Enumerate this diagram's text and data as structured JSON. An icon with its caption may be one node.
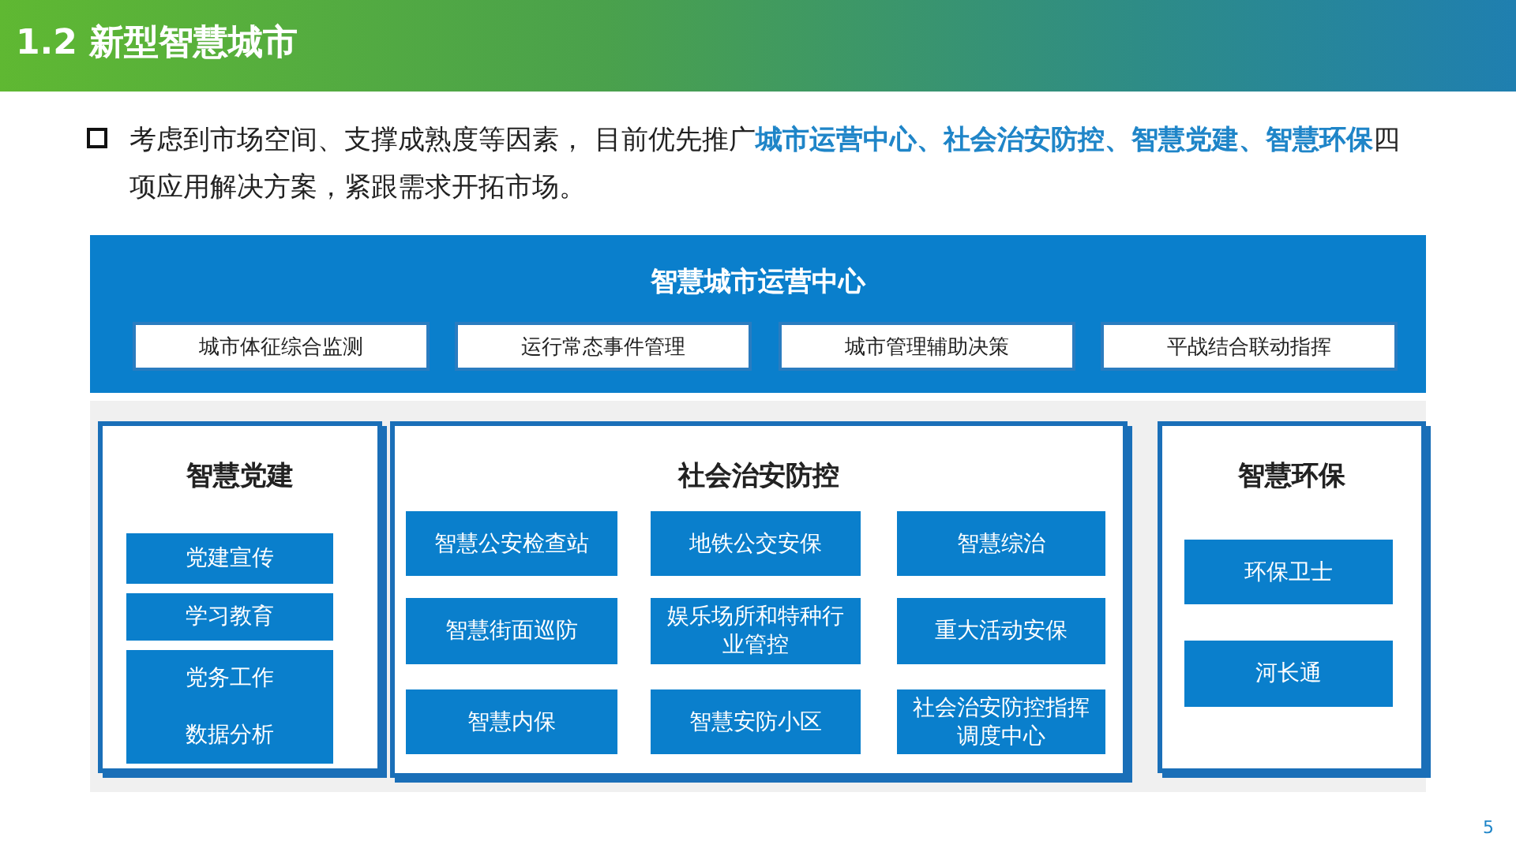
{
  "diagram": {
    "title": "1.2 新型智慧城市",
    "nodes": [
      {
        "text": [
          "智慧城市运营中心"
        ]
      },
      {
        "text": [
          "城市体征综合监测"
        ],
        "in": 0
      },
      {
        "text": [
          "运行常态事件管理"
        ],
        "in": 0
      },
      {
        "text": [
          "城市管理辅助决策"
        ],
        "in": 0
      },
      {
        "text": [
          "平战结合联动指挥"
        ],
        "in": 0
      },
      {
        "text": [
          "智慧党建"
        ]
      },
      {
        "text": [
          "党建宣传"
        ],
        "in": 5
      },
      {
        "text": [
          "学习教育"
        ],
        "in": 5
      },
      {
        "text": [
          "党务工作",
          "数据分析"
        ],
        "in": 5
      },
      {
        "text": [
          "社会治安防控"
        ]
      },
      {
        "text": [
          "智慧公安检查站"
        ],
        "in": 9
      },
      {
        "text": [
          "地铁公交安保"
        ],
        "in": 9
      },
      {
        "text": [
          "智慧综治"
        ],
        "in": 9
      },
      {
        "text": [
          "智慧街面巡防"
        ],
        "in": 9
      },
      {
        "text": [
          "娱乐场所和特种行业管控"
        ],
        "in": 9
      },
      {
        "text": [
          "重大活动安保"
        ],
        "in": 9
      },
      {
        "text": [
          "智慧内保"
        ],
        "in": 9
      },
      {
        "text": [
          "智慧安防小区"
        ],
        "in": 9
      },
      {
        "text": [
          "社会治安防控指挥调度中心"
        ],
        "in": 9
      },
      {
        "text": [
          "智慧环保"
        ]
      },
      {
        "text": [
          "环保卫士"
        ],
        "in": 19
      },
      {
        "text": [
          "河长通"
        ],
        "in": 19
      }
    ],
    "edges": [],
    "labels": [
      "考虑到市场空间、支撑成熟度等因素， 目前优先推广**城市运营中心、社会治安防控、智慧党建、智慧环保**四项应用解决方案，紧跟需求开拓市场。",
      "5"
    ]
  }
}
